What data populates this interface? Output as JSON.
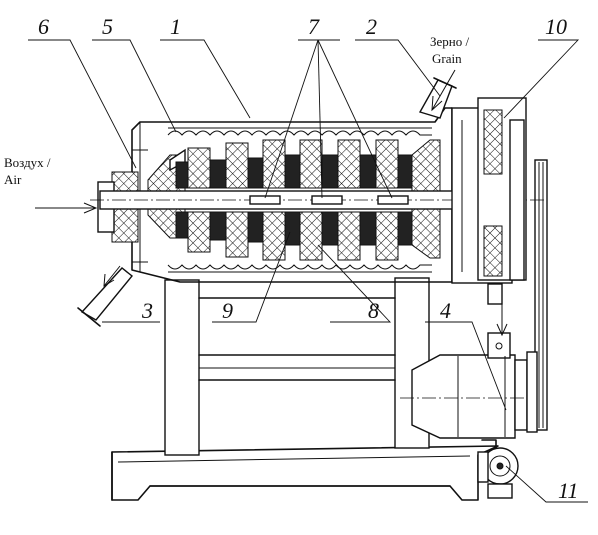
{
  "labels": {
    "n1": "1",
    "n2": "2",
    "n3": "3",
    "n4": "4",
    "n5": "5",
    "n6": "6",
    "n7": "7",
    "n8": "8",
    "n9": "9",
    "n10": "10",
    "n11": "11"
  },
  "captions": {
    "air_line1": "Воздух /",
    "air_line2": "Air",
    "grain_line1": "Зерно /",
    "grain_line2": "Grain"
  },
  "colors": {
    "ink": "#111111",
    "background": "#ffffff"
  }
}
